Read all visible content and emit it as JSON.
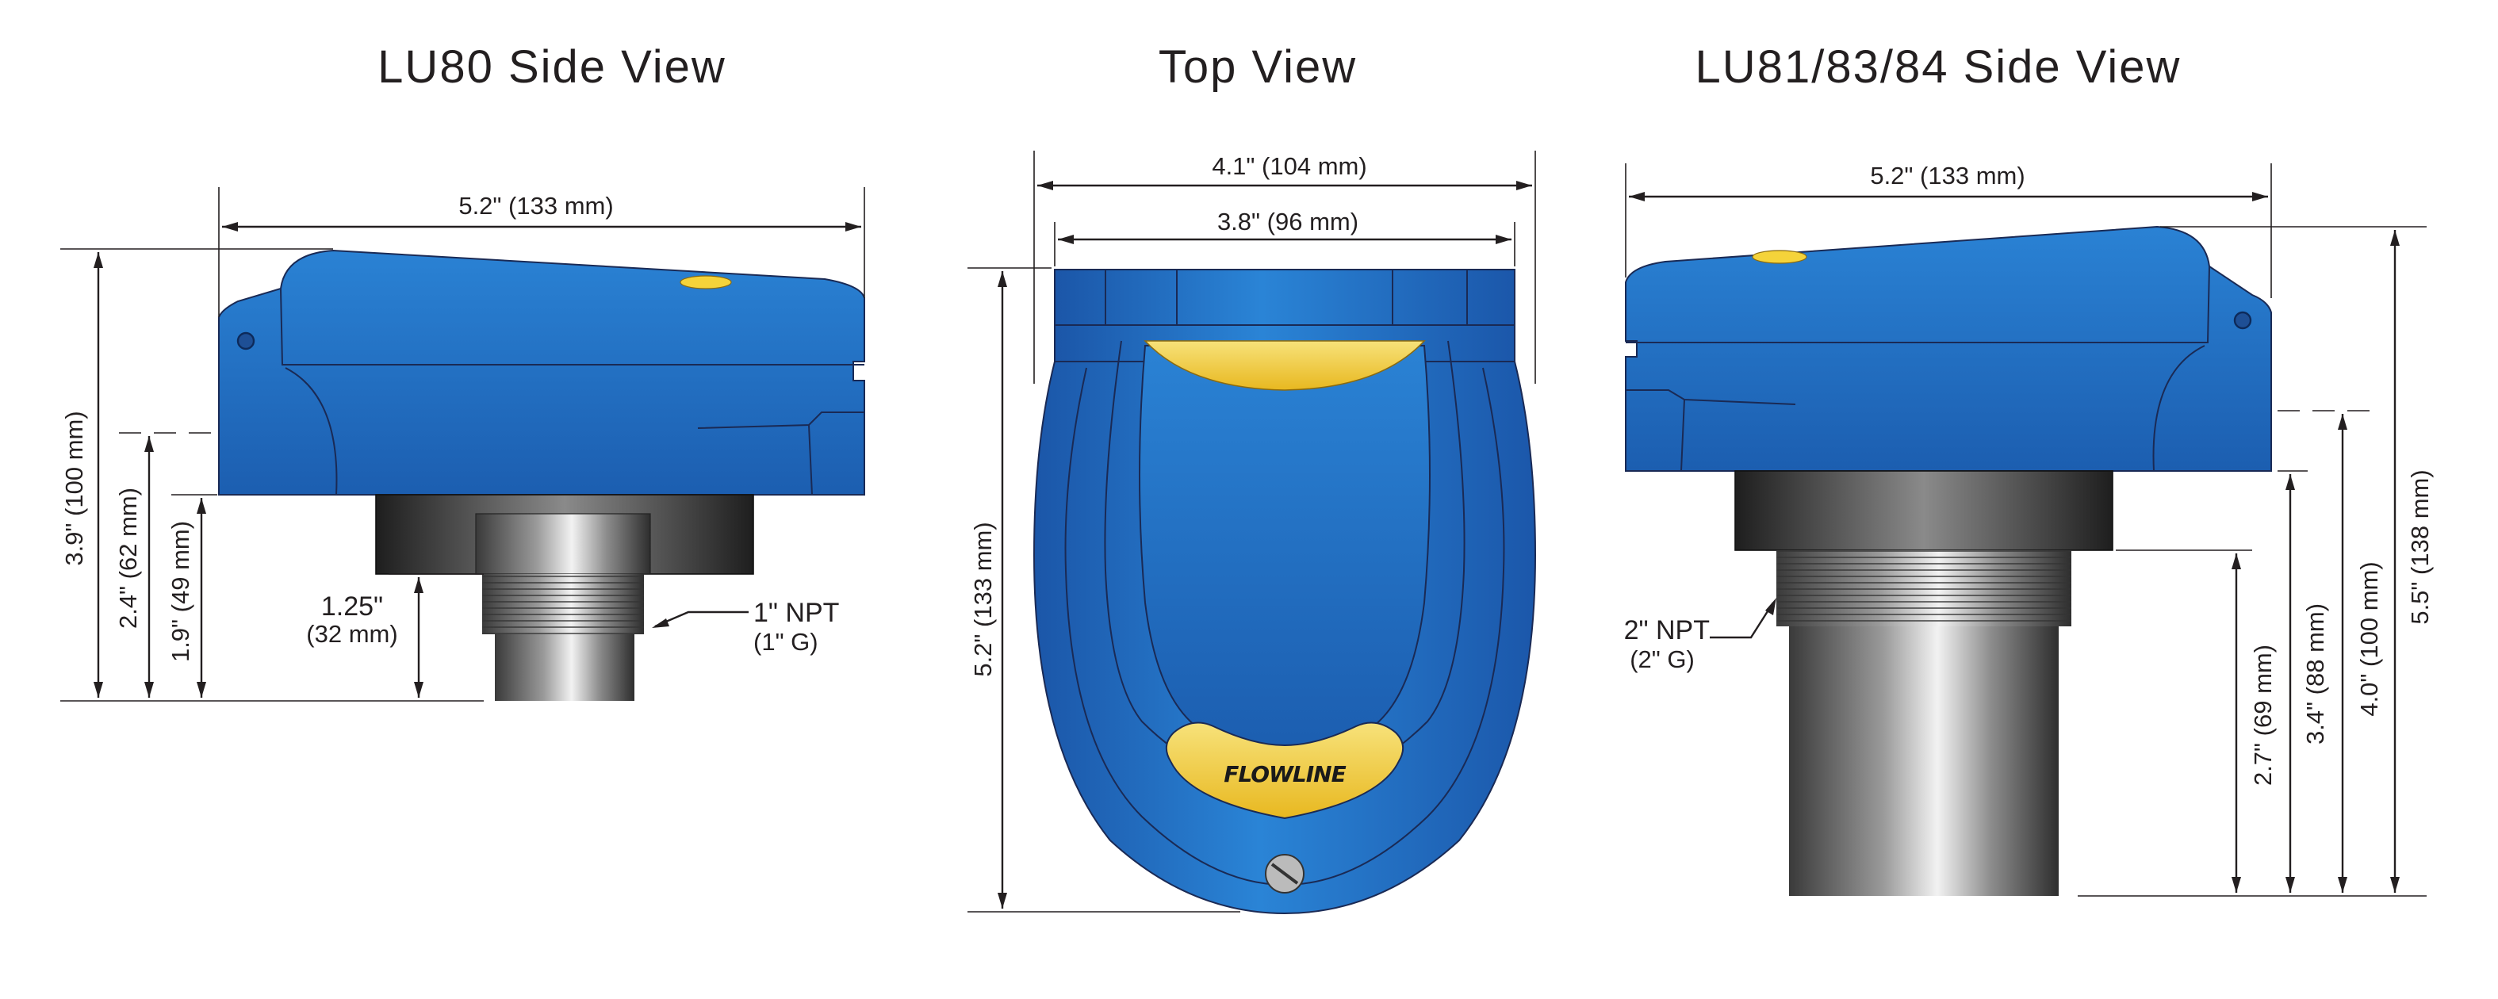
{
  "titles": {
    "left": "LU80 Side View",
    "center": "Top View",
    "right": "LU81/83/84 Side View"
  },
  "dims_left": {
    "width": "5.2\" (133 mm)",
    "height_total": "3.9\" (100 mm)",
    "height_62": "2.4\" (62 mm)",
    "height_49": "1.9\" (49 mm)",
    "thread_len_in": "1.25\"",
    "thread_len_mm": "(32 mm)",
    "npt": "1\" NPT",
    "g": "(1\" G)"
  },
  "dims_center": {
    "width_outer": "4.1\" (104 mm)",
    "width_inner": "3.8\" (96 mm)",
    "length": "5.2\" (133 mm)",
    "brand": "FLOWLINE"
  },
  "dims_right": {
    "width": "5.2\" (133 mm)",
    "npt": "2\" NPT",
    "g": "(2\" G)",
    "h69": "2.7\" (69 mm)",
    "h88": "3.4\" (88 mm)",
    "h100": "4.0\" (100 mm)",
    "h138": "5.5\" (138 mm)"
  },
  "colors": {
    "housing_blue": "#1f6fc4",
    "housing_dark": "#174f97",
    "yellow": "#f5d33a",
    "ink": "#231f20"
  }
}
